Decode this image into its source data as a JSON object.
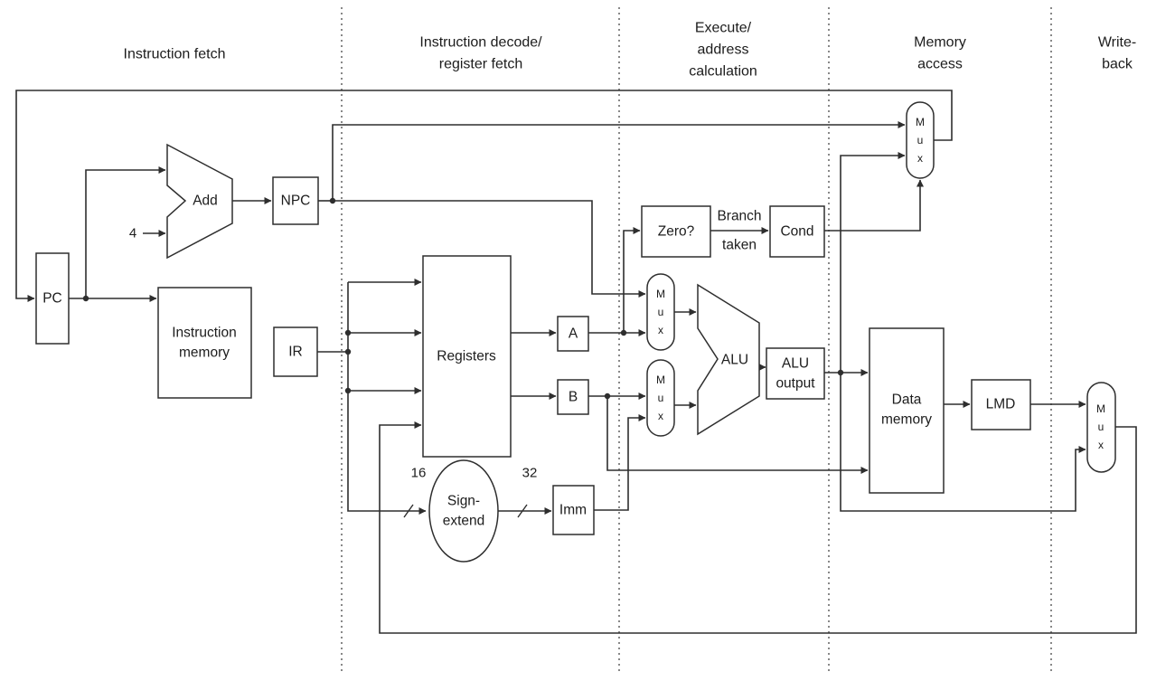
{
  "stage_headers": {
    "fetch": {
      "line1": "Instruction fetch"
    },
    "decode": {
      "line1": "Instruction decode/",
      "line2": "register fetch"
    },
    "execute": {
      "line1": "Execute/",
      "line2": "address",
      "line3": "calculation"
    },
    "memory": {
      "line1": "Memory",
      "line2": "access"
    },
    "writeback": {
      "line1": "Write-",
      "line2": "back"
    }
  },
  "components": {
    "pc": {
      "label": "PC"
    },
    "add": {
      "label": "Add"
    },
    "add_constant": {
      "label": "4"
    },
    "npc": {
      "label": "NPC"
    },
    "instruction_memory": {
      "line1": "Instruction",
      "line2": "memory"
    },
    "ir": {
      "label": "IR"
    },
    "registers": {
      "label": "Registers"
    },
    "a_register": {
      "label": "A"
    },
    "b_register": {
      "label": "B"
    },
    "sign_extend": {
      "line1": "Sign-",
      "line2": "extend"
    },
    "imm": {
      "label": "Imm"
    },
    "zero_test": {
      "label": "Zero?"
    },
    "cond": {
      "label": "Cond"
    },
    "alu": {
      "label": "ALU"
    },
    "alu_output": {
      "line1": "ALU",
      "line2": "output"
    },
    "data_memory": {
      "line1": "Data",
      "line2": "memory"
    },
    "lmd": {
      "label": "LMD"
    },
    "mux": {
      "line1": "M",
      "line2": "u",
      "line3": "x"
    }
  },
  "wire_labels": {
    "branch_taken": {
      "line1": "Branch",
      "line2": "taken"
    },
    "sign_extend_input_width": "16",
    "sign_extend_output_width": "32"
  },
  "colors": {
    "line": "#2e2e2e",
    "text": "#1c1c1c",
    "background": "#ffffff",
    "divider": "#6b6b6b"
  }
}
